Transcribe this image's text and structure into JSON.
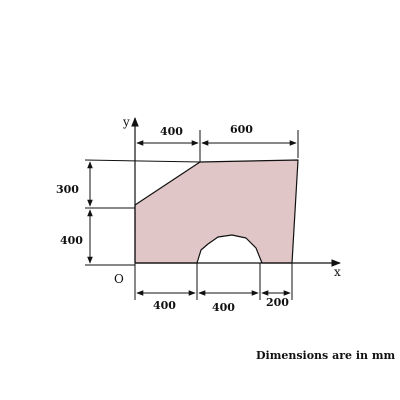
{
  "colors": {
    "fill": "#e0c6c6",
    "stroke": "#111111"
  },
  "axes": {
    "x_label": "x",
    "y_label": "y",
    "origin_label": "O"
  },
  "dimensions": {
    "top_left_width": "400",
    "top_right_width": "600",
    "left_upper_height": "300",
    "left_lower_height": "400",
    "bottom_left_width": "400",
    "bottom_middle_width": "400",
    "bottom_right_width": "200"
  },
  "note": "Dimensions are in mm"
}
